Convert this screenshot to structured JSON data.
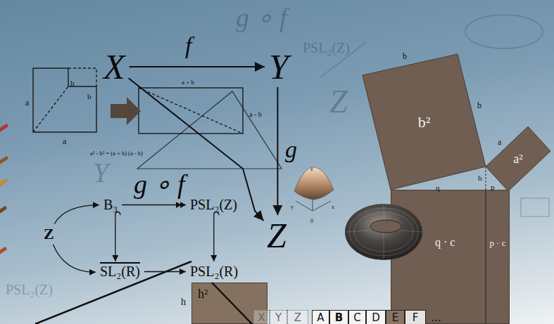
{
  "diagram": {
    "nodes": [
      {
        "text": [
          "X"
        ]
      },
      {
        "text": [
          "Y"
        ]
      },
      {
        "text": [
          "Z"
        ]
      },
      {
        "text": [
          "B₃"
        ]
      },
      {
        "text": [
          "PSL₂(Z)"
        ]
      },
      {
        "text": [
          "Z"
        ]
      },
      {
        "text": [
          "SL₂(R)"
        ]
      },
      {
        "text": [
          "PSL₂(R)"
        ]
      },
      {
        "text": [
          "b²"
        ]
      },
      {
        "text": [
          "a²"
        ]
      },
      {
        "text": [
          "q · c"
        ]
      },
      {
        "text": [
          "p · c"
        ]
      },
      {
        "text": [
          "h²"
        ]
      },
      {
        "text": [
          "X"
        ]
      },
      {
        "text": [
          "Y"
        ]
      },
      {
        "text": [
          "Z"
        ]
      },
      {
        "text": [
          "A"
        ]
      },
      {
        "text": [
          "B"
        ]
      },
      {
        "text": [
          "C"
        ]
      },
      {
        "text": [
          "D"
        ]
      },
      {
        "text": [
          "E"
        ]
      },
      {
        "text": [
          "F"
        ]
      }
    ],
    "edges": [
      {
        "from": 0,
        "to": 1,
        "arrow": "to",
        "label": "f"
      },
      {
        "from": 1,
        "to": 2,
        "arrow": "to",
        "label": "g"
      },
      {
        "from": 0,
        "to": 2,
        "arrow": "to",
        "label": "g ∘ f"
      },
      {
        "from": 5,
        "to": 3,
        "arrow": "to"
      },
      {
        "from": 5,
        "to": 6,
        "arrow": "to"
      },
      {
        "from": 3,
        "to": 4,
        "arrow": "to"
      },
      {
        "from": 3,
        "to": 6,
        "arrow": "to"
      },
      {
        "from": 4,
        "to": 7,
        "arrow": "to"
      },
      {
        "from": 6,
        "to": 7,
        "arrow": "to"
      }
    ],
    "labels": [
      "a",
      "b",
      "b",
      "a",
      "a + b",
      "a - b",
      "a² - b² = (a + b) (a - b)",
      "b",
      "b",
      "a",
      "h",
      "q",
      "p",
      "h",
      "z",
      "y",
      "x",
      "0",
      "…",
      "g ∘ f",
      "PSL₂(Z)",
      "Z",
      "Y",
      "PSL₂(Z)"
    ]
  }
}
